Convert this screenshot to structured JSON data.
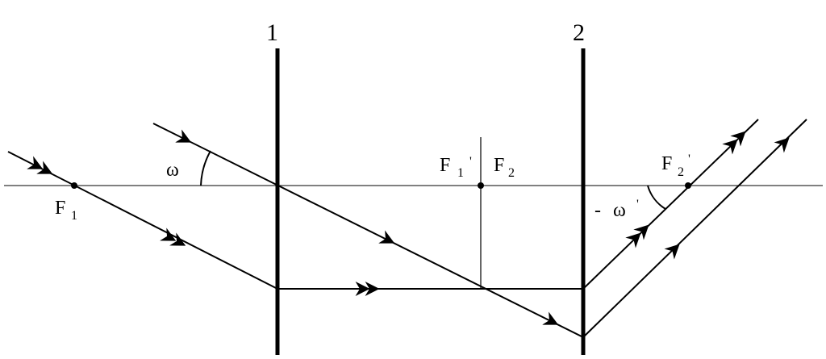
{
  "diagram": {
    "lens_labels": {
      "lens1": "1",
      "lens2": "2"
    },
    "points": {
      "f1": {
        "letter": "F",
        "sub": "1"
      },
      "f1_prime": {
        "letter": "F",
        "sub": "1",
        "prime": "'"
      },
      "f2": {
        "letter": "F",
        "sub": "2"
      },
      "f2_prime": {
        "letter": "F",
        "sub": "2",
        "prime": "'"
      }
    },
    "angles": {
      "omega": "ω",
      "omega_prime": {
        "minus": "-",
        "symbol": "ω",
        "prime": "'"
      }
    },
    "colors": {
      "ink": "#000000",
      "background": "#ffffff"
    }
  }
}
